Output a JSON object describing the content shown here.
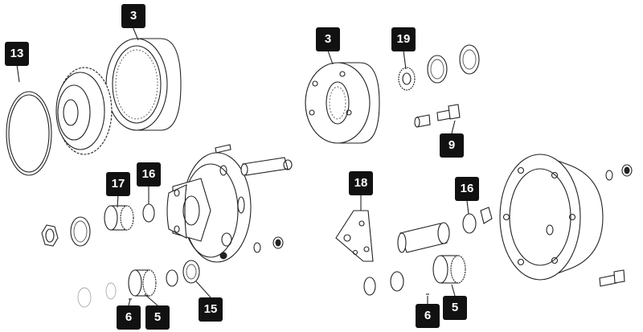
{
  "diagram": {
    "callouts": [
      {
        "id": "c3a",
        "label": "3"
      },
      {
        "id": "c13",
        "label": "13"
      },
      {
        "id": "c17",
        "label": "17"
      },
      {
        "id": "c16a",
        "label": "16"
      },
      {
        "id": "c6a",
        "label": "6"
      },
      {
        "id": "c5a",
        "label": "5"
      },
      {
        "id": "c15",
        "label": "15"
      },
      {
        "id": "c3b",
        "label": "3"
      },
      {
        "id": "c19",
        "label": "19"
      },
      {
        "id": "c9",
        "label": "9"
      },
      {
        "id": "c18",
        "label": "18"
      },
      {
        "id": "c16b",
        "label": "16"
      },
      {
        "id": "c6b",
        "label": "6"
      },
      {
        "id": "c5b",
        "label": "5"
      }
    ]
  }
}
